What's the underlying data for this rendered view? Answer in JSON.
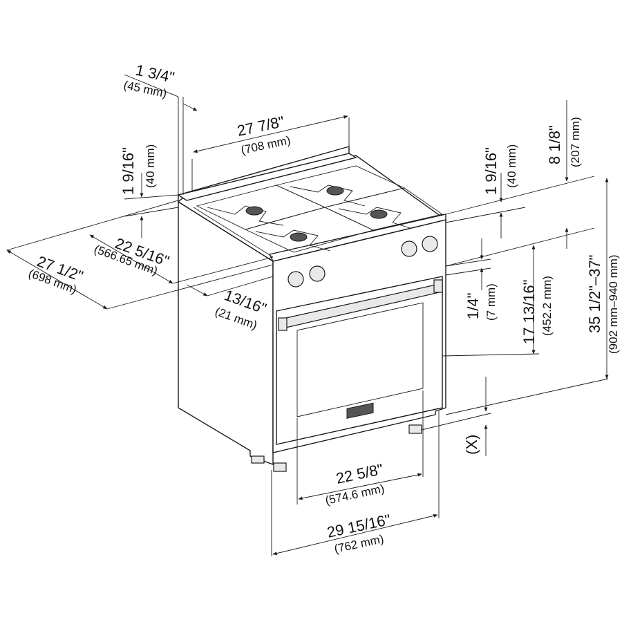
{
  "diagram": {
    "width_top": {
      "imperial": "27 7/8\"",
      "metric": "(708 mm)"
    },
    "backguard_depth": {
      "imperial": "1 3/4\"",
      "metric": "(45 mm)"
    },
    "backguard_height_left": {
      "imperial": "1 9/16\"",
      "metric": "(40 mm)"
    },
    "backguard_height_right": {
      "imperial": "1 9/16\"",
      "metric": "(40 mm)"
    },
    "total_depth": {
      "imperial": "27 1/2\"",
      "metric": "(698 mm)"
    },
    "body_depth": {
      "imperial": "22 5/16\"",
      "metric": "(566.65 mm)"
    },
    "front_offset": {
      "imperial": "13/16\"",
      "metric": "(21 mm)"
    },
    "top_offset": {
      "imperial": "8 1/8\"",
      "metric": "(207 mm)"
    },
    "panel_gap": {
      "imperial": "1/4\"",
      "metric": "(7 mm)"
    },
    "oven_door_height": {
      "imperial": "17 13/16\"",
      "metric": "(452.2 mm)"
    },
    "total_height": {
      "imperial": "35 1/2\"–37\"",
      "metric": "(902 mm–940 mm)"
    },
    "leg_height": {
      "imperial": "(X)"
    },
    "oven_width": {
      "imperial": "22 5/8\"",
      "metric": "(574.6 mm)"
    },
    "total_width": {
      "imperial": "29 15/16\"",
      "metric": "(762 mm)"
    }
  },
  "colors": {
    "line": "#1a1a1a",
    "panel": "#e9e9e9",
    "background": "#ffffff"
  }
}
